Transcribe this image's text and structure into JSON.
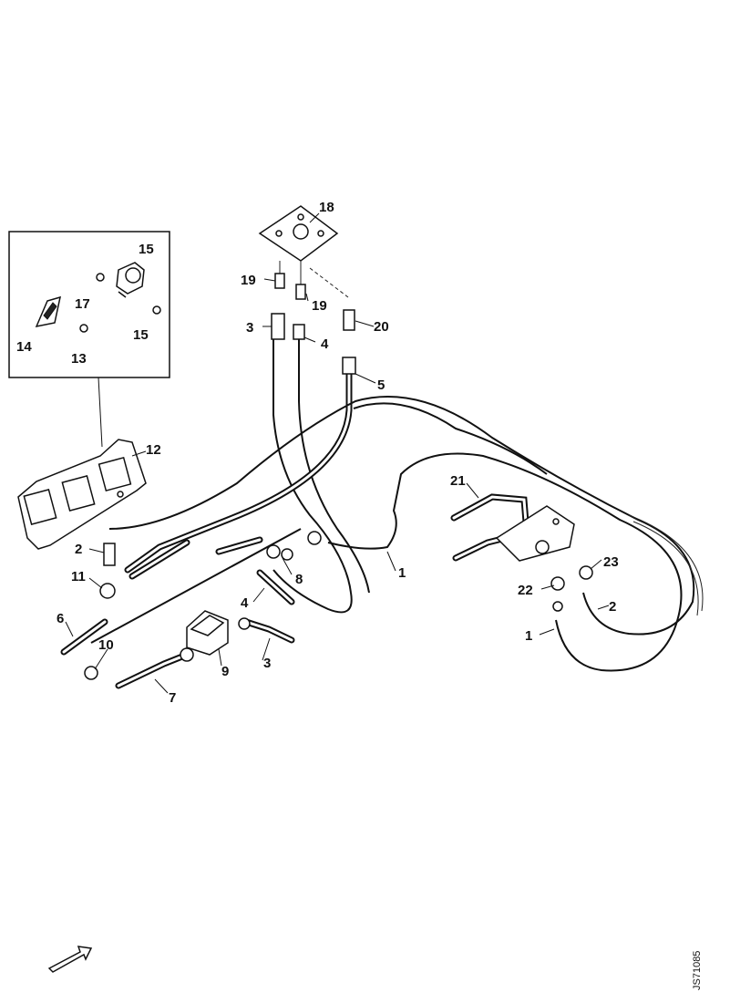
{
  "callouts": {
    "c1a": "1",
    "c1b": "1",
    "c2a": "2",
    "c2b": "2",
    "c3a": "3",
    "c3b": "3",
    "c4a": "4",
    "c4b": "4",
    "c5": "5",
    "c6": "6",
    "c7": "7",
    "c8": "8",
    "c9": "9",
    "c10": "10",
    "c11": "11",
    "c12": "12",
    "c13": "13",
    "c14": "14",
    "c15": "15",
    "c16": "15",
    "c17": "17",
    "c18": "18",
    "c19a": "19",
    "c19b": "19",
    "c20": "20",
    "c21": "21",
    "c22": "22",
    "c23": "23"
  },
  "drawing_code": "JS71085",
  "icons": {
    "direction_arrow": "front-direction-arrow-icon"
  }
}
